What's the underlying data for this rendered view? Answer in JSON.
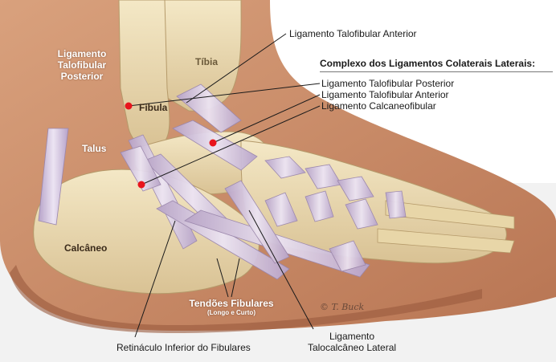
{
  "labels": {
    "ligamento_talofibular_anterior_top": "Ligamento Talofibular Anterior",
    "complexo_title": "Complexo dos Ligamentos Colaterais Laterais:",
    "complexo_items": [
      "Ligamento Talofibular Posterior",
      "Ligamento Talofibular Anterior",
      "Ligamento Calcaneofibular"
    ],
    "posterior_left": [
      "Ligamento",
      "Talofibular",
      "Posterior"
    ],
    "tibia": "Tíbia",
    "fibula": "Fíbula",
    "talus": "Talus",
    "calcaneo": "Calcâneo",
    "tendoes_title": "Tendões Fibulares",
    "tendoes_sub": "(Longo e Curto)",
    "retinaculo": "Retináculo Inferior do Fibulares",
    "talocalcaneo": [
      "Ligamento",
      "Talocalcâneo Lateral"
    ],
    "signature": "© T. Buck"
  },
  "colors": {
    "skin": "#c98b68",
    "skin_dark": "#8a4a33",
    "bone": "#efe0b8",
    "bone_shade": "#d8c190",
    "ligament": "#c9b9d6",
    "ligament_light": "#e6dcef",
    "marker": "#e8141c"
  }
}
